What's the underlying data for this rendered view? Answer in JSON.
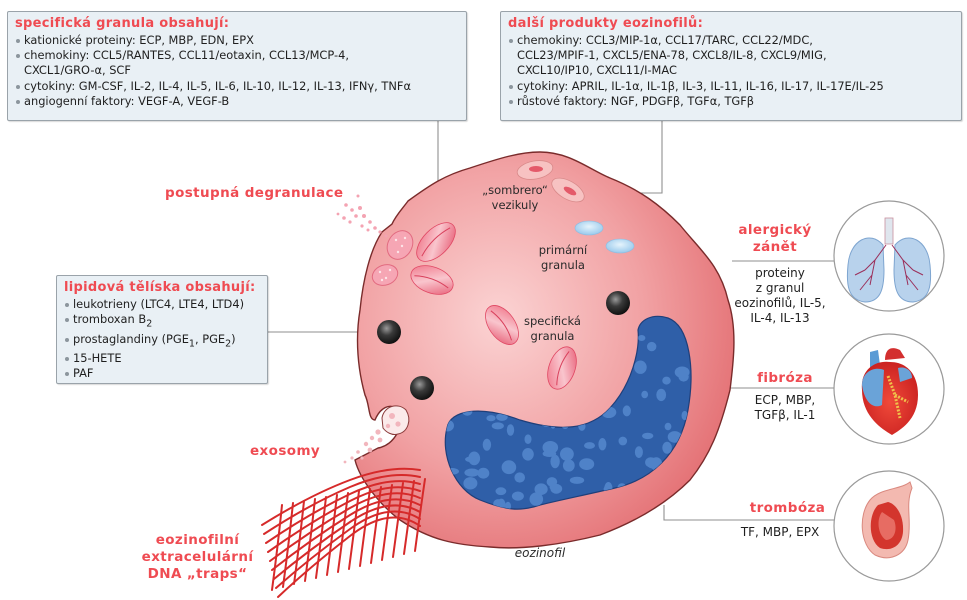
{
  "boxes": {
    "specific_granules": {
      "title": "specifická granula obsahují:",
      "items": [
        "kationické proteiny: ECP, MBP, EDN, EPX",
        "chemokiny: CCL5/RANTES, CCL11/eotaxin, CCL13/MCP-4,",
        "CXCL1/GRO-α, SCF",
        "cytokiny: GM-CSF, IL-2, IL-4, IL-5, IL-6, IL-10, IL-12, IL-13, IFNγ, TNFα",
        "angiogenní faktory: VEGF-A, VEGF-B"
      ]
    },
    "other_products": {
      "title": "další produkty eozinofilů:",
      "items": [
        "chemokiny: CCL3/MIP-1α, CCL17/TARC, CCL22/MDC,",
        "CCL23/MPIF-1, CXCL5/ENA-78, CXCL8/IL-8, CXCL9/MIG,",
        "CXCL10/IP10, CXCL11/I-MAC",
        "cytokiny: APRIL, IL-1α, IL-1β, IL-3, IL-11, IL-16, IL-17, IL-17E/IL-25",
        "růstové faktory: NGF, PDGFβ, TGFα, TGFβ"
      ]
    },
    "lipid_bodies": {
      "title": "lipidová tělíska obsahují:",
      "items": [
        "leukotrieny (LTC4, LTE4, LTD4)",
        "tromboxan B",
        "prostaglandiny (PGE",
        "15-HETE",
        "PAF"
      ],
      "sub": {
        "b2": "2",
        "pge1": "1",
        "pge_sep": ", PGE",
        "pge2": "2",
        "close": ")"
      }
    }
  },
  "labels": {
    "degranulation": "postupná degranulace",
    "exosomes": "exosomy",
    "traps_line1": "eozinofilní",
    "traps_line2": "extracelulární",
    "traps_line3": "DNA „traps“",
    "sombrero_line1": "„sombrero“",
    "sombrero_line2": "vezikuly",
    "primary_line1": "primární",
    "primary_line2": "granula",
    "specific_line1": "specifická",
    "specific_line2": "granula",
    "cell_name": "eozinofil"
  },
  "outcomes": [
    {
      "title_line1": "alergický",
      "title_line2": "zánět",
      "desc": [
        "proteiny",
        "z granul",
        "eozinofilů, IL-5,",
        "IL-4, IL-13"
      ],
      "icon": "lungs-icon"
    },
    {
      "title_line1": "fibróza",
      "title_line2": "",
      "desc": [
        "ECP, MBP,",
        "TGFβ, IL-1"
      ],
      "icon": "heart-icon"
    },
    {
      "title_line1": "trombóza",
      "title_line2": "",
      "desc": [
        "TF, MBP, EPX"
      ],
      "icon": "thrombosed-vessel-icon"
    }
  ],
  "colors": {
    "accent_red": "#ef4b52",
    "box_bg": "#e9f0f5",
    "cell_pink": "#f2a0a3",
    "nucleus_blue": "#2f5fa8",
    "granule_pink": "#e8566e",
    "primary_granule": "#a9d4f0",
    "lipid_body": "#2b2b2b",
    "dna_red": "#d9262a"
  }
}
